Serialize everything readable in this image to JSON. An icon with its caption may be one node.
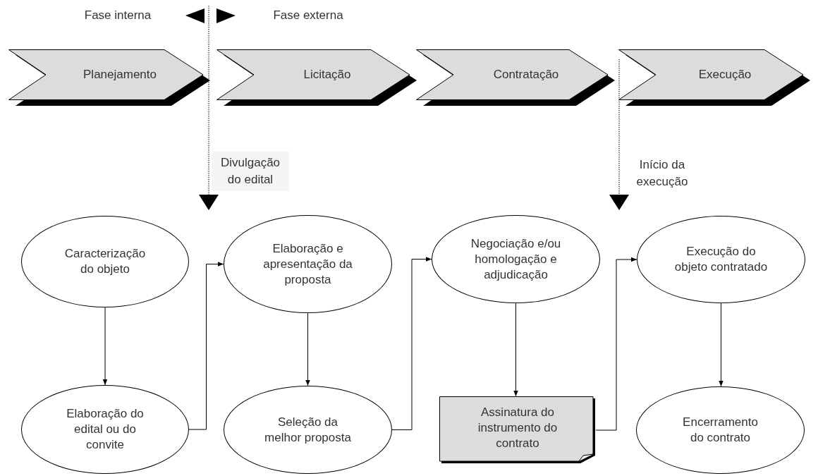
{
  "diagram": {
    "nodes": [
      {
        "text": [
          "Planejamento"
        ]
      },
      {
        "text": [
          "Licitação"
        ]
      },
      {
        "text": [
          "Contratação"
        ]
      },
      {
        "text": [
          "Execução"
        ]
      },
      {
        "text": [
          "Caracterização do objeto"
        ]
      },
      {
        "text": [
          "Elaboração do edital ou do convite"
        ]
      },
      {
        "text": [
          "Elaboração e apresentação da proposta"
        ]
      },
      {
        "text": [
          "Seleção da melhor proposta"
        ]
      },
      {
        "text": [
          "Negociação e/ou homologação e adjudicação"
        ]
      },
      {
        "text": [
          "Assinatura do instrumento do contrato"
        ]
      },
      {
        "text": [
          "Execução do objeto contratado"
        ]
      },
      {
        "text": [
          "Encerramento do contrato"
        ]
      }
    ],
    "edges": [
      {
        "from": 4,
        "to": 5,
        "arrow": "to"
      },
      {
        "from": 5,
        "to": 6,
        "arrow": "to"
      },
      {
        "from": 6,
        "to": 7,
        "arrow": "to"
      },
      {
        "from": 7,
        "to": 8,
        "arrow": "to"
      },
      {
        "from": 8,
        "to": 9,
        "arrow": "to"
      },
      {
        "from": 9,
        "to": 10,
        "arrow": "to"
      },
      {
        "from": 10,
        "to": 11,
        "arrow": "to"
      }
    ],
    "labels": [
      "Fase interna",
      "Fase externa",
      "Divulgação do edital",
      "Início da execução"
    ]
  }
}
